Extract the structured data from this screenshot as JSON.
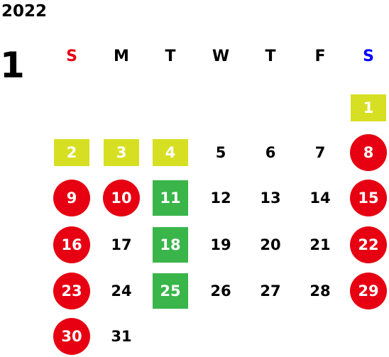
{
  "year": "2022",
  "month": "1",
  "weekdays": [
    {
      "label": "S",
      "color": "#e60012"
    },
    {
      "label": "M",
      "color": "#000000"
    },
    {
      "label": "T",
      "color": "#000000"
    },
    {
      "label": "W",
      "color": "#000000"
    },
    {
      "label": "T",
      "color": "#000000"
    },
    {
      "label": "F",
      "color": "#000000"
    },
    {
      "label": "S",
      "color": "#0000ff"
    }
  ],
  "colors": {
    "closed": "#e60012",
    "holiday": "#d7df23",
    "event": "#39b54a"
  },
  "weeks": [
    [
      null,
      null,
      null,
      null,
      null,
      null,
      {
        "d": "1",
        "mark": "holiday"
      }
    ],
    [
      {
        "d": "2",
        "mark": "holiday"
      },
      {
        "d": "3",
        "mark": "holiday"
      },
      {
        "d": "4",
        "mark": "holiday"
      },
      {
        "d": "5"
      },
      {
        "d": "6"
      },
      {
        "d": "7"
      },
      {
        "d": "8",
        "mark": "closed"
      }
    ],
    [
      {
        "d": "9",
        "mark": "closed"
      },
      {
        "d": "10",
        "mark": "closed"
      },
      {
        "d": "11",
        "mark": "event"
      },
      {
        "d": "12"
      },
      {
        "d": "13"
      },
      {
        "d": "14"
      },
      {
        "d": "15",
        "mark": "closed"
      }
    ],
    [
      {
        "d": "16",
        "mark": "closed"
      },
      {
        "d": "17"
      },
      {
        "d": "18",
        "mark": "event"
      },
      {
        "d": "19"
      },
      {
        "d": "20"
      },
      {
        "d": "21"
      },
      {
        "d": "22",
        "mark": "closed"
      }
    ],
    [
      {
        "d": "23",
        "mark": "closed"
      },
      {
        "d": "24"
      },
      {
        "d": "25",
        "mark": "event"
      },
      {
        "d": "26"
      },
      {
        "d": "27"
      },
      {
        "d": "28"
      },
      {
        "d": "29",
        "mark": "closed"
      }
    ],
    [
      {
        "d": "30",
        "mark": "closed"
      },
      {
        "d": "31"
      },
      null,
      null,
      null,
      null,
      null
    ]
  ]
}
